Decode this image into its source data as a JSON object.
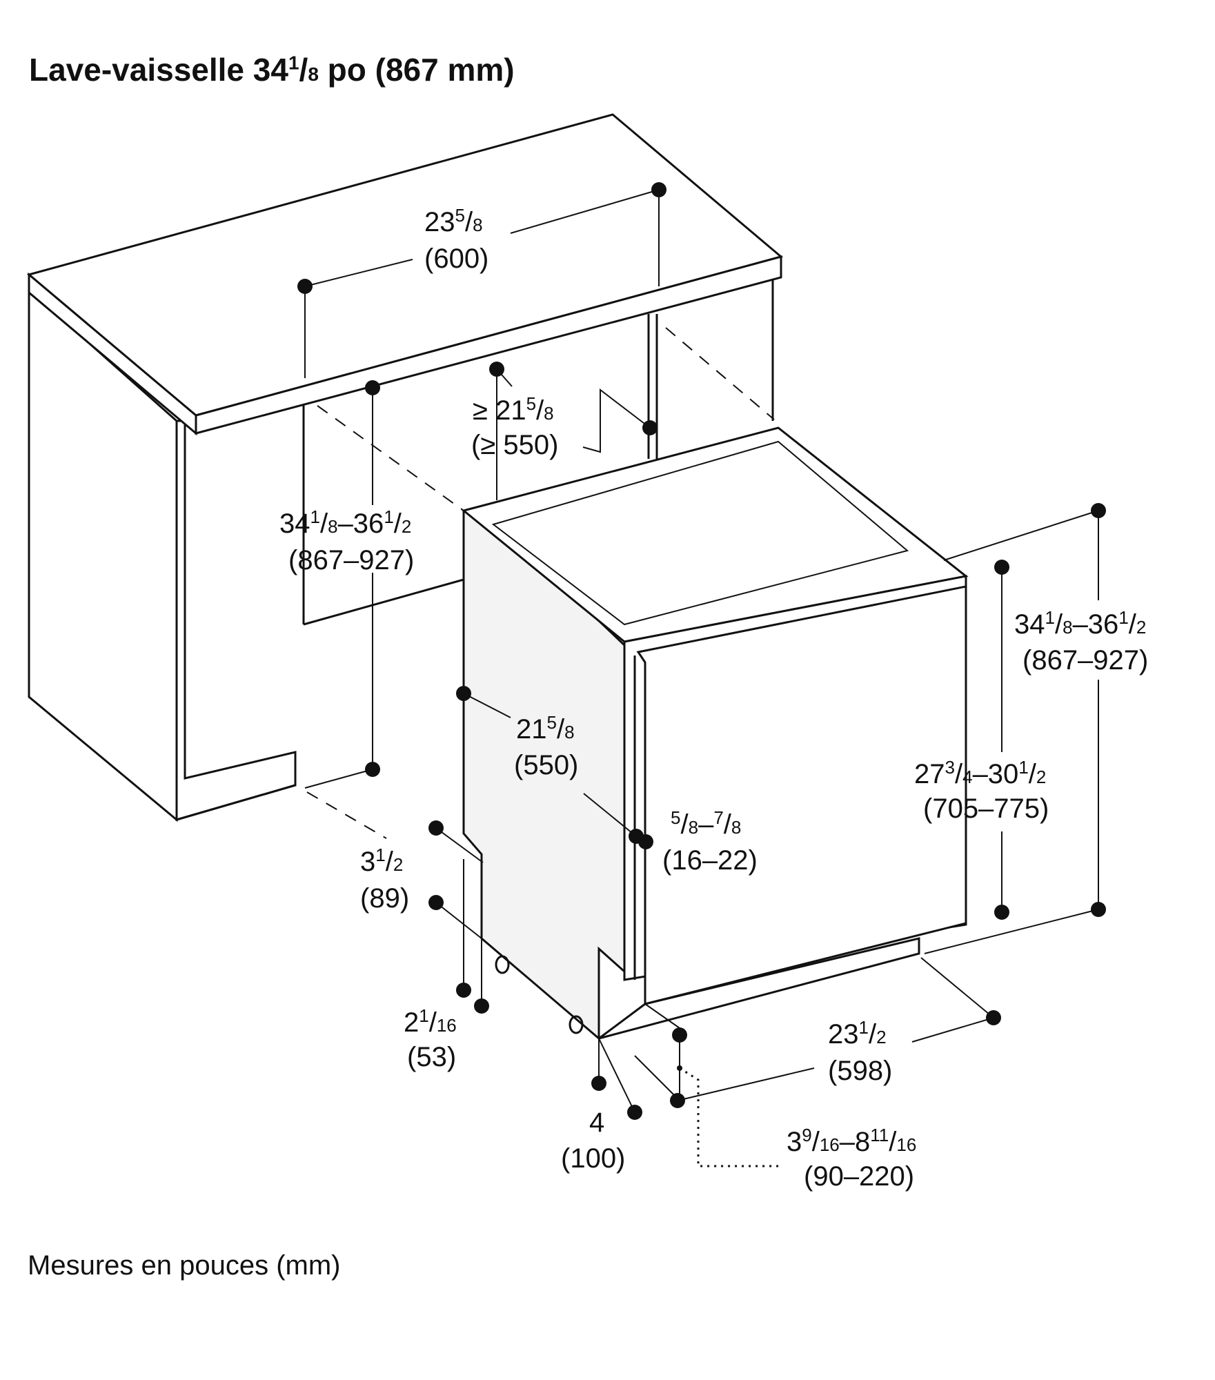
{
  "title": {
    "main": "Lave-vaisselle 34",
    "frac_num": "1",
    "frac_den": "8",
    "suffix": " po (867 mm)"
  },
  "footer": "Mesures en pouces (mm)",
  "dimensions": {
    "niche_width": {
      "whole": "23",
      "num": "5",
      "den": "8",
      "metric": "(600)"
    },
    "niche_depth": {
      "whole": "≥ 21",
      "num": "5",
      "den": "8",
      "metric": "(≥ 550)"
    },
    "niche_height": {
      "w1": "34",
      "n1": "1",
      "d1": "8",
      "sep": "–36",
      "n2": "1",
      "d2": "2",
      "metric": "(867–927)"
    },
    "appliance_height": {
      "w1": "34",
      "n1": "1",
      "d1": "8",
      "sep": "–36",
      "n2": "1",
      "d2": "2",
      "metric": "(867–927)"
    },
    "door_height": {
      "w1": "27",
      "n1": "3",
      "d1": "4",
      "sep": "–30",
      "n2": "1",
      "d2": "2",
      "metric": "(705–775)"
    },
    "appliance_depth": {
      "whole": "21",
      "num": "5",
      "den": "8",
      "metric": "(550)"
    },
    "door_thickness": {
      "n1": "5",
      "d1": "8",
      "sep": "–",
      "n2": "7",
      "d2": "8",
      "metric": "(16–22)"
    },
    "toe_kick_depth": {
      "whole": "3",
      "num": "1",
      "den": "2",
      "metric": "(89)"
    },
    "foot_height": {
      "whole": "2",
      "num": "1",
      "den": "16",
      "metric": "(53)"
    },
    "base_setback": {
      "whole": "4",
      "metric": "(100)"
    },
    "appliance_width": {
      "whole": "23",
      "num": "1",
      "den": "2",
      "metric": "(598)"
    },
    "plinth_height": {
      "w1": "3",
      "n1": "9",
      "d1": "16",
      "sep": "–8",
      "n2": "11",
      "d2": "16",
      "metric": "(90–220)"
    }
  }
}
